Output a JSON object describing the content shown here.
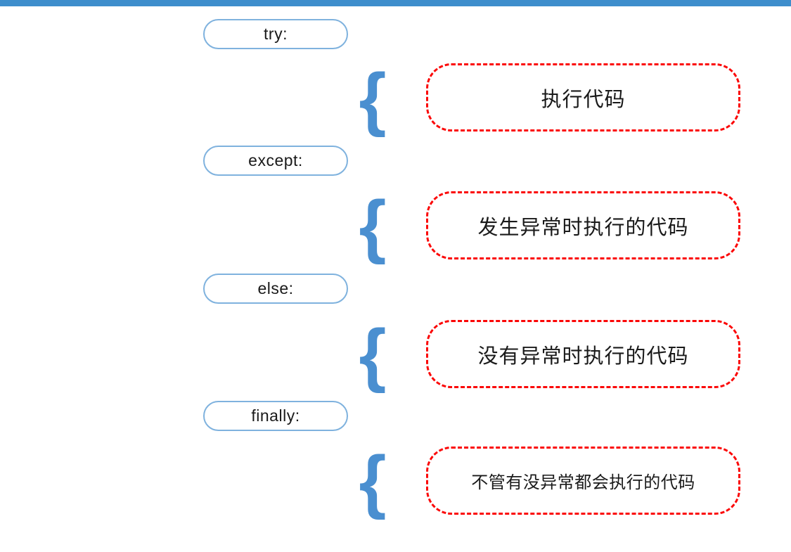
{
  "diagram": {
    "brace_glyph": "{",
    "rows": [
      {
        "keyword": "try:",
        "description": "执行代码"
      },
      {
        "keyword": "except:",
        "description": "发生异常时执行的代码"
      },
      {
        "keyword": "else:",
        "description": "没有异常时执行的代码"
      },
      {
        "keyword": "finally:",
        "description": "不管有没异常都会执行的代码"
      }
    ],
    "colors": {
      "top_bar": "#3e8ecc",
      "pill_border": "#7fb2de",
      "brace": "#4a8fd0",
      "box_border": "#fb0606",
      "text": "#1a1a1a"
    }
  }
}
